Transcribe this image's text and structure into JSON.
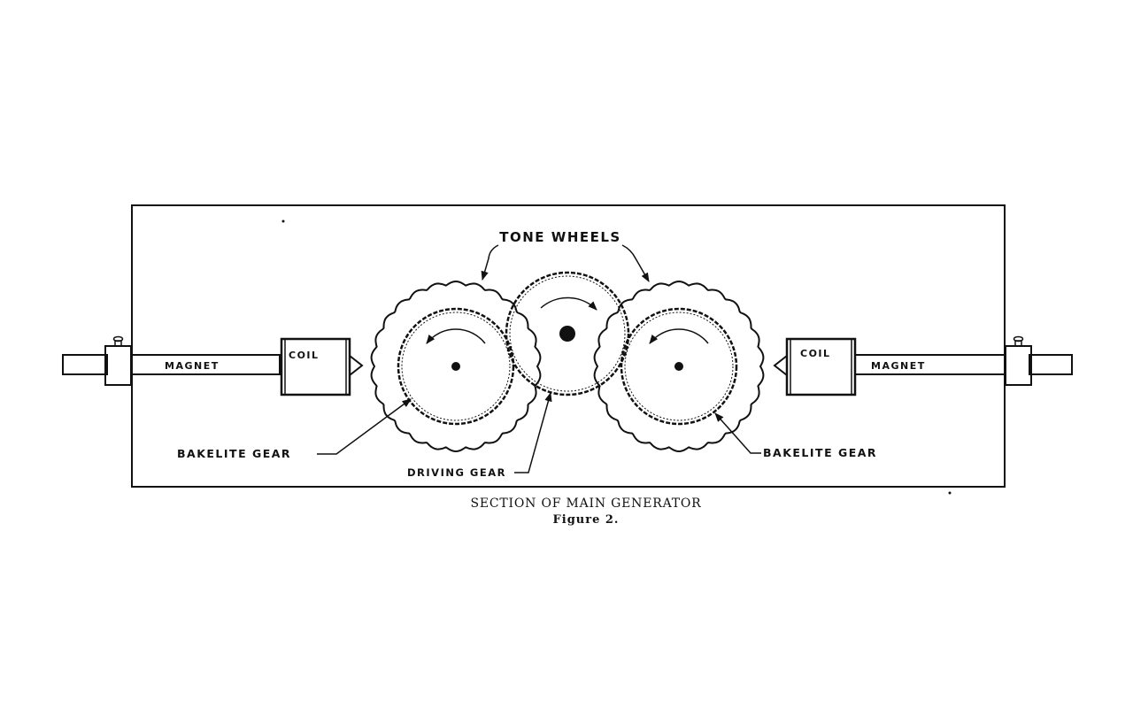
{
  "diagram": {
    "labels": {
      "tone_wheels": "TONE WHEELS",
      "magnet_left": "MAGNET",
      "magnet_right": "MAGNET",
      "coil_left": "COIL",
      "coil_right": "COIL",
      "bakelite_gear_left": "BAKELITE GEAR",
      "bakelite_gear_right": "BAKELITE GEAR",
      "driving_gear": "DRIVING GEAR"
    },
    "caption": {
      "title": "SECTION OF MAIN GENERATOR",
      "figure": "Figure 2."
    }
  }
}
